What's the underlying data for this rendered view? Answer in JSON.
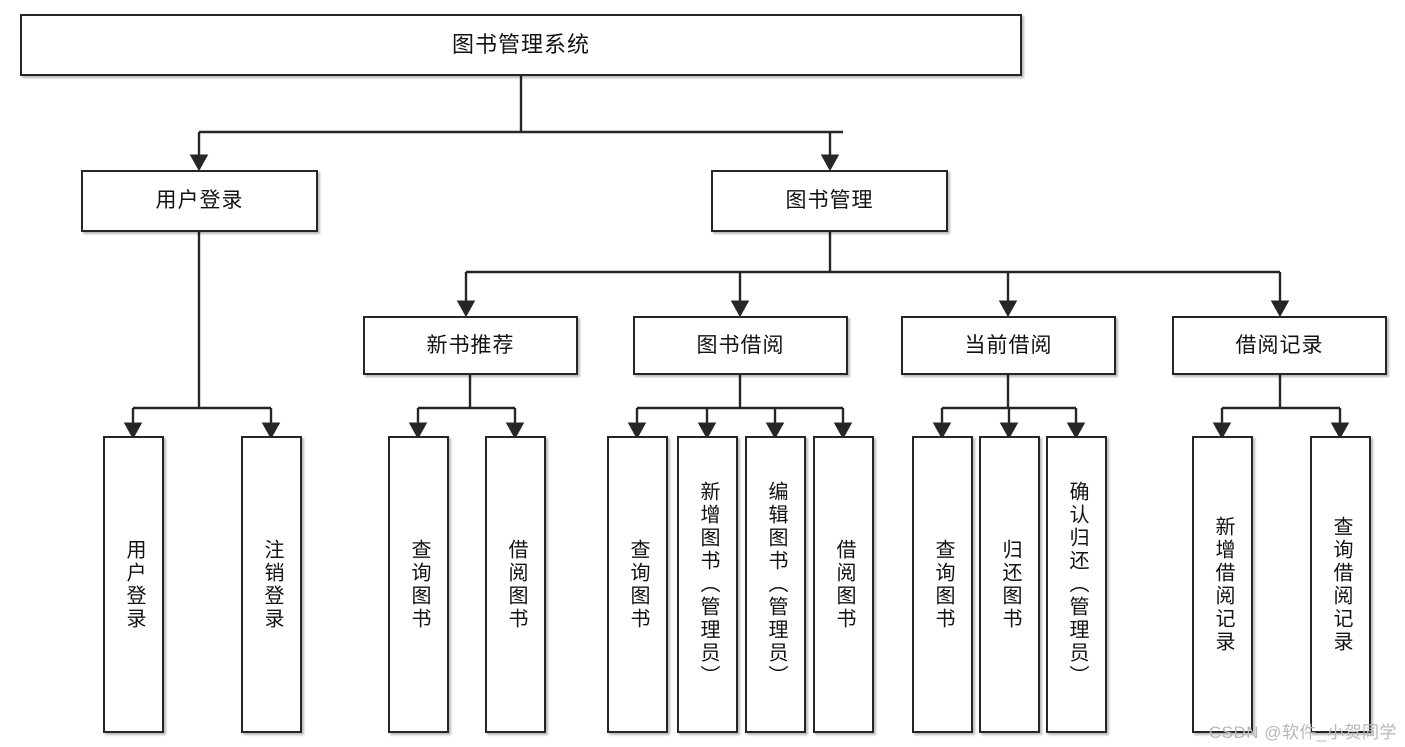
{
  "diagram": {
    "title": "图书管理系统",
    "type": "tree-hierarchy-functional-structure",
    "stroke_color": "#262626",
    "fill_color": "#ffffff",
    "text_color": "#121212"
  },
  "watermark": {
    "text": "CSDN @软件_小贺同学",
    "color": "#b8b8b8"
  },
  "nodes": {
    "root": {
      "label": "图书管理系统"
    },
    "level1": [
      {
        "label": "用户登录"
      },
      {
        "label": "图书管理"
      }
    ],
    "level2": [
      {
        "label": "新书推荐"
      },
      {
        "label": "图书借阅"
      },
      {
        "label": "当前借阅"
      },
      {
        "label": "借阅记录"
      }
    ],
    "leaves": {
      "user_login": [
        {
          "label": "用户登录"
        },
        {
          "label": "注销登录"
        }
      ],
      "new_book_recommend": [
        {
          "label": "查询图书"
        },
        {
          "label": "借阅图书"
        }
      ],
      "book_borrow": [
        {
          "label": "查询图书"
        },
        {
          "label": "新增图书（管理员）"
        },
        {
          "label": "编辑图书（管理员）"
        },
        {
          "label": "借阅图书"
        }
      ],
      "current_borrow": [
        {
          "label": "查询图书"
        },
        {
          "label": "归还图书"
        },
        {
          "label": "确认归还（管理员）"
        }
      ],
      "borrow_record": [
        {
          "label": "新增借阅记录"
        },
        {
          "label": "查询借阅记录"
        }
      ]
    }
  }
}
